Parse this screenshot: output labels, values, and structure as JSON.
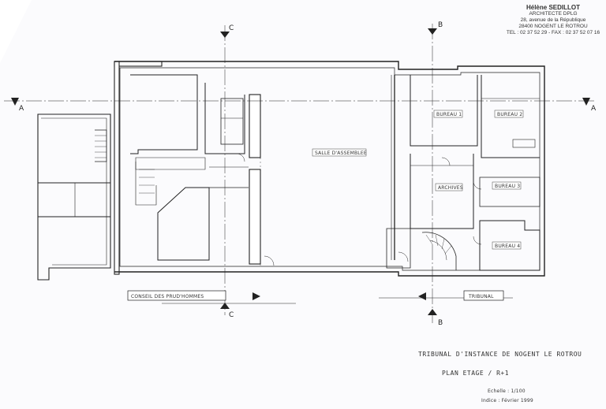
{
  "stamp": {
    "name": "Hélène SEDILLOT",
    "profession": "ARCHITECTE DPLG",
    "street": "28, avenue de la République",
    "city": "28400 NOGENT LE ROTROU",
    "phone": "TEL : 02 37 52 29 - FAX : 02 37 52 07 16"
  },
  "rooms": {
    "salle_assemblee": "SALLE D'ASSEMBLEE",
    "bureau_1": "BUREAU 1",
    "bureau_2": "BUREAU 2",
    "bureau_3": "BUREAU 3",
    "bureau_4": "BUREAU 4",
    "archives": "ARCHIVES"
  },
  "captions": {
    "left_building": "CONSEIL DES PRUD'HOMMES",
    "right_building": "TRIBUNAL",
    "drawing_title": "TRIBUNAL D'INSTANCE DE NOGENT LE ROTROU",
    "plan_name": "PLAN ETAGE / R+1",
    "scale": "Echelle : 1/100",
    "date": "Indice : Février 1999"
  },
  "section_marks": {
    "a_left": "A",
    "a_right": "A",
    "b_top": "B",
    "b_bottom": "B",
    "c_top": "C",
    "c_bottom": "C"
  }
}
